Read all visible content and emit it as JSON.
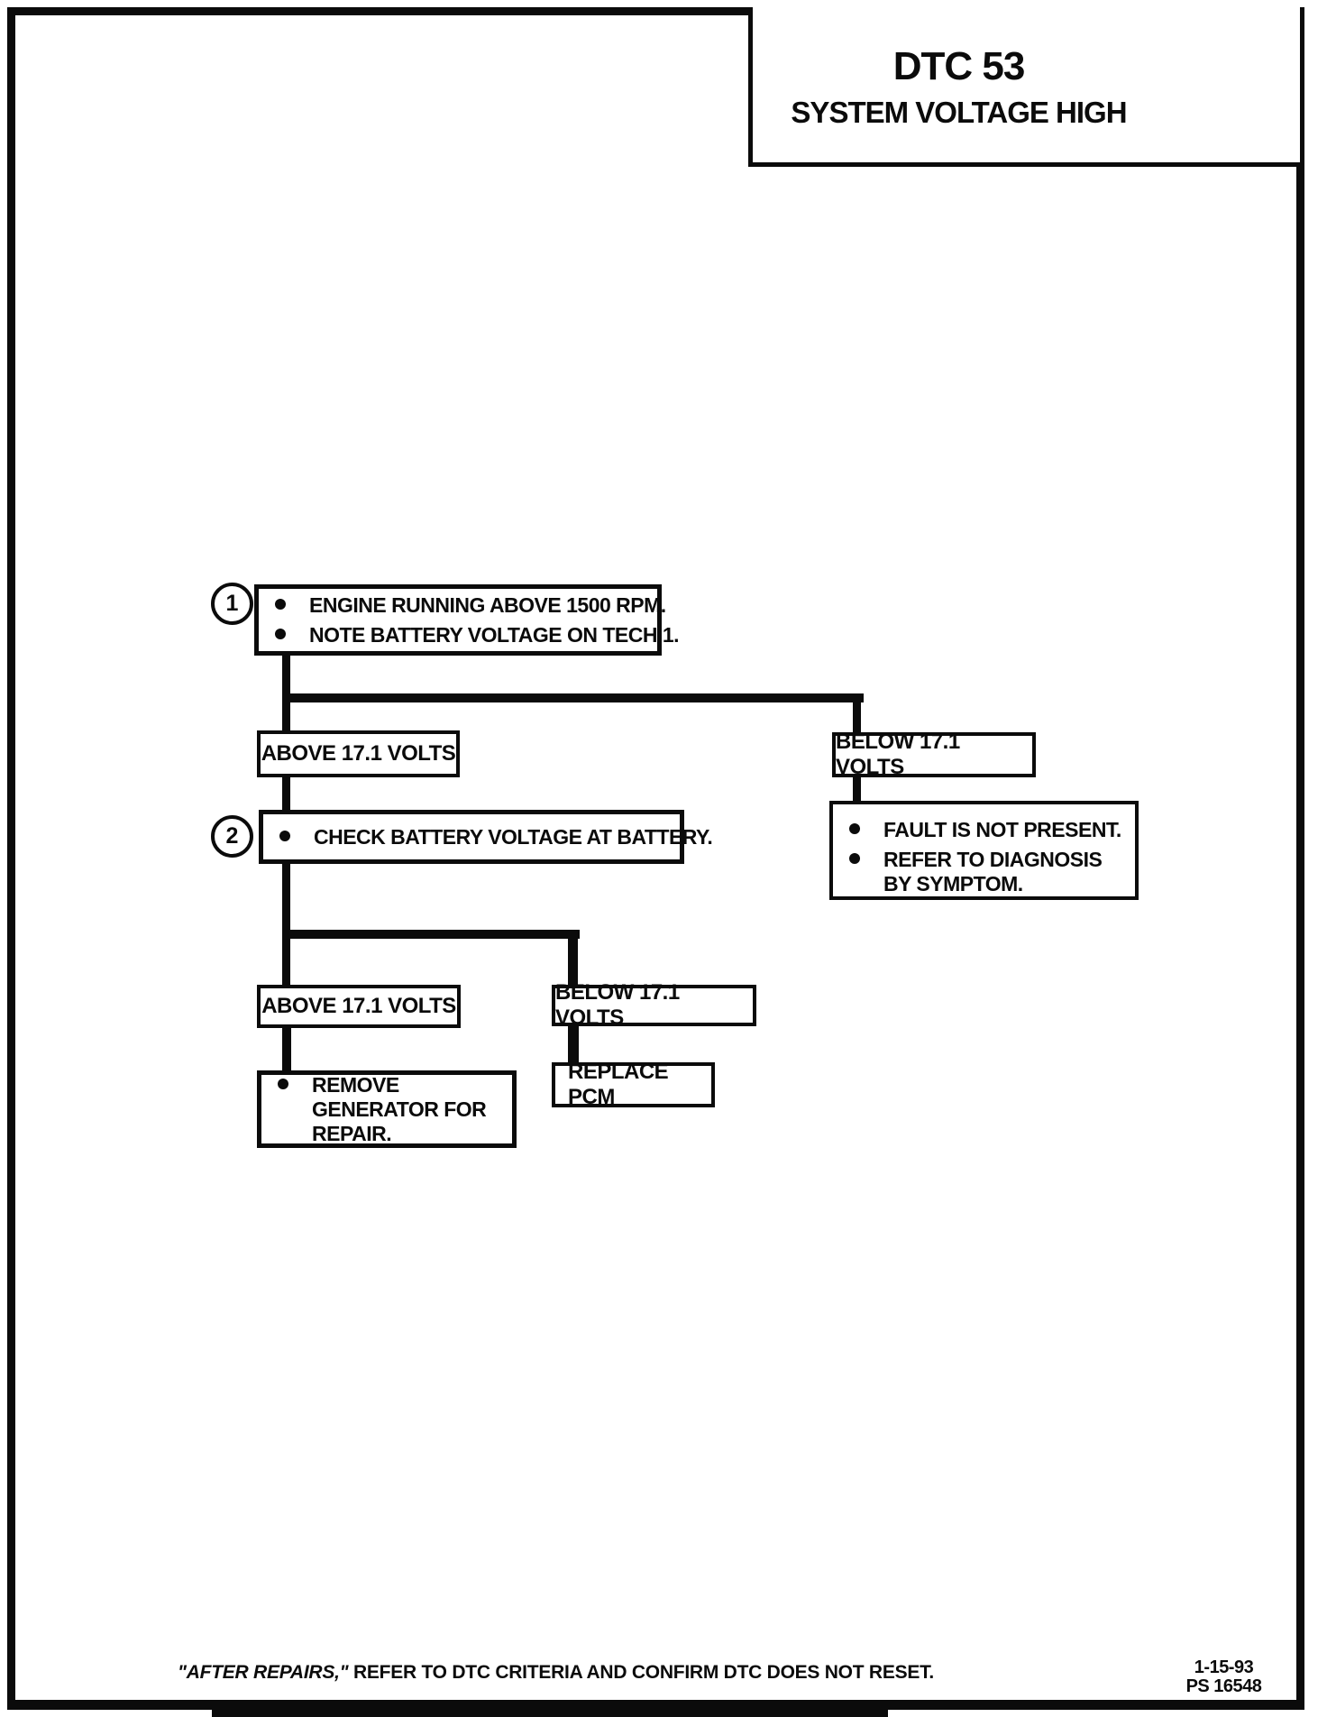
{
  "title": {
    "line1": "DTC 53",
    "line2": "SYSTEM VOLTAGE HIGH"
  },
  "flowchart": {
    "step1": {
      "number": "1",
      "bullet1": "ENGINE RUNNING ABOVE 1500 RPM.",
      "bullet2": "NOTE BATTERY VOLTAGE ON TECH 1."
    },
    "branch1_left": "ABOVE 17.1 VOLTS",
    "branch1_right": "BELOW 17.1 VOLTS",
    "step2": {
      "number": "2",
      "bullet1": "CHECK BATTERY VOLTAGE AT BATTERY."
    },
    "fault": {
      "bullet1": "FAULT IS NOT PRESENT.",
      "bullet2": "REFER TO DIAGNOSIS BY SYMPTOM."
    },
    "branch2_left": "ABOVE 17.1 VOLTS",
    "branch2_right": "BELOW 17.1 VOLTS",
    "remove": {
      "bullet1": "REMOVE GENERATOR FOR REPAIR."
    },
    "replace": {
      "label": "REPLACE PCM"
    }
  },
  "footer": {
    "note_quote": "\"AFTER REPAIRS,\"",
    "note_rest": " REFER TO DTC CRITERIA AND CONFIRM DTC DOES NOT RESET.",
    "date": "1-15-93",
    "code": "PS 16548"
  },
  "colors": {
    "ink": "#0b0b0b",
    "paper": "#ffffff"
  }
}
